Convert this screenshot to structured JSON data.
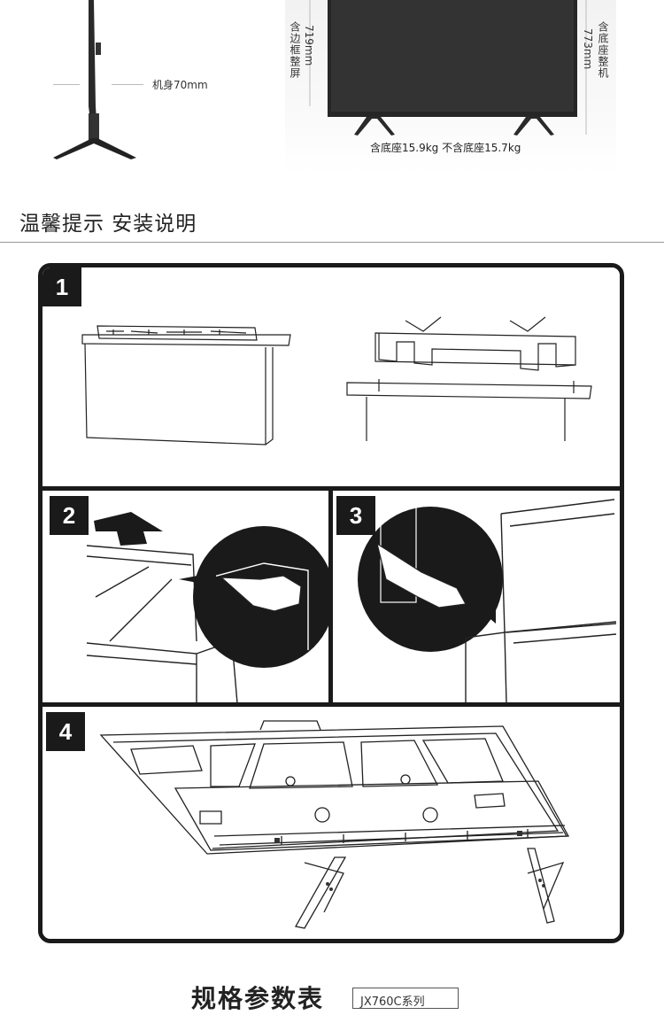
{
  "dimensions": {
    "body_thickness": "机身70mm",
    "screen_height_label": "含边框整屏",
    "screen_height_value": "719mm",
    "total_height_label": "含底座整机",
    "total_height_value": "773mm",
    "weight": "含底座15.9kg  不含底座15.7kg"
  },
  "section": {
    "title": "温馨提示 安装说明"
  },
  "steps": [
    {
      "number": "1"
    },
    {
      "number": "2"
    },
    {
      "number": "3"
    },
    {
      "number": "4"
    }
  ],
  "specs": {
    "title": "规格参数表",
    "model": "JX760C系列"
  }
}
